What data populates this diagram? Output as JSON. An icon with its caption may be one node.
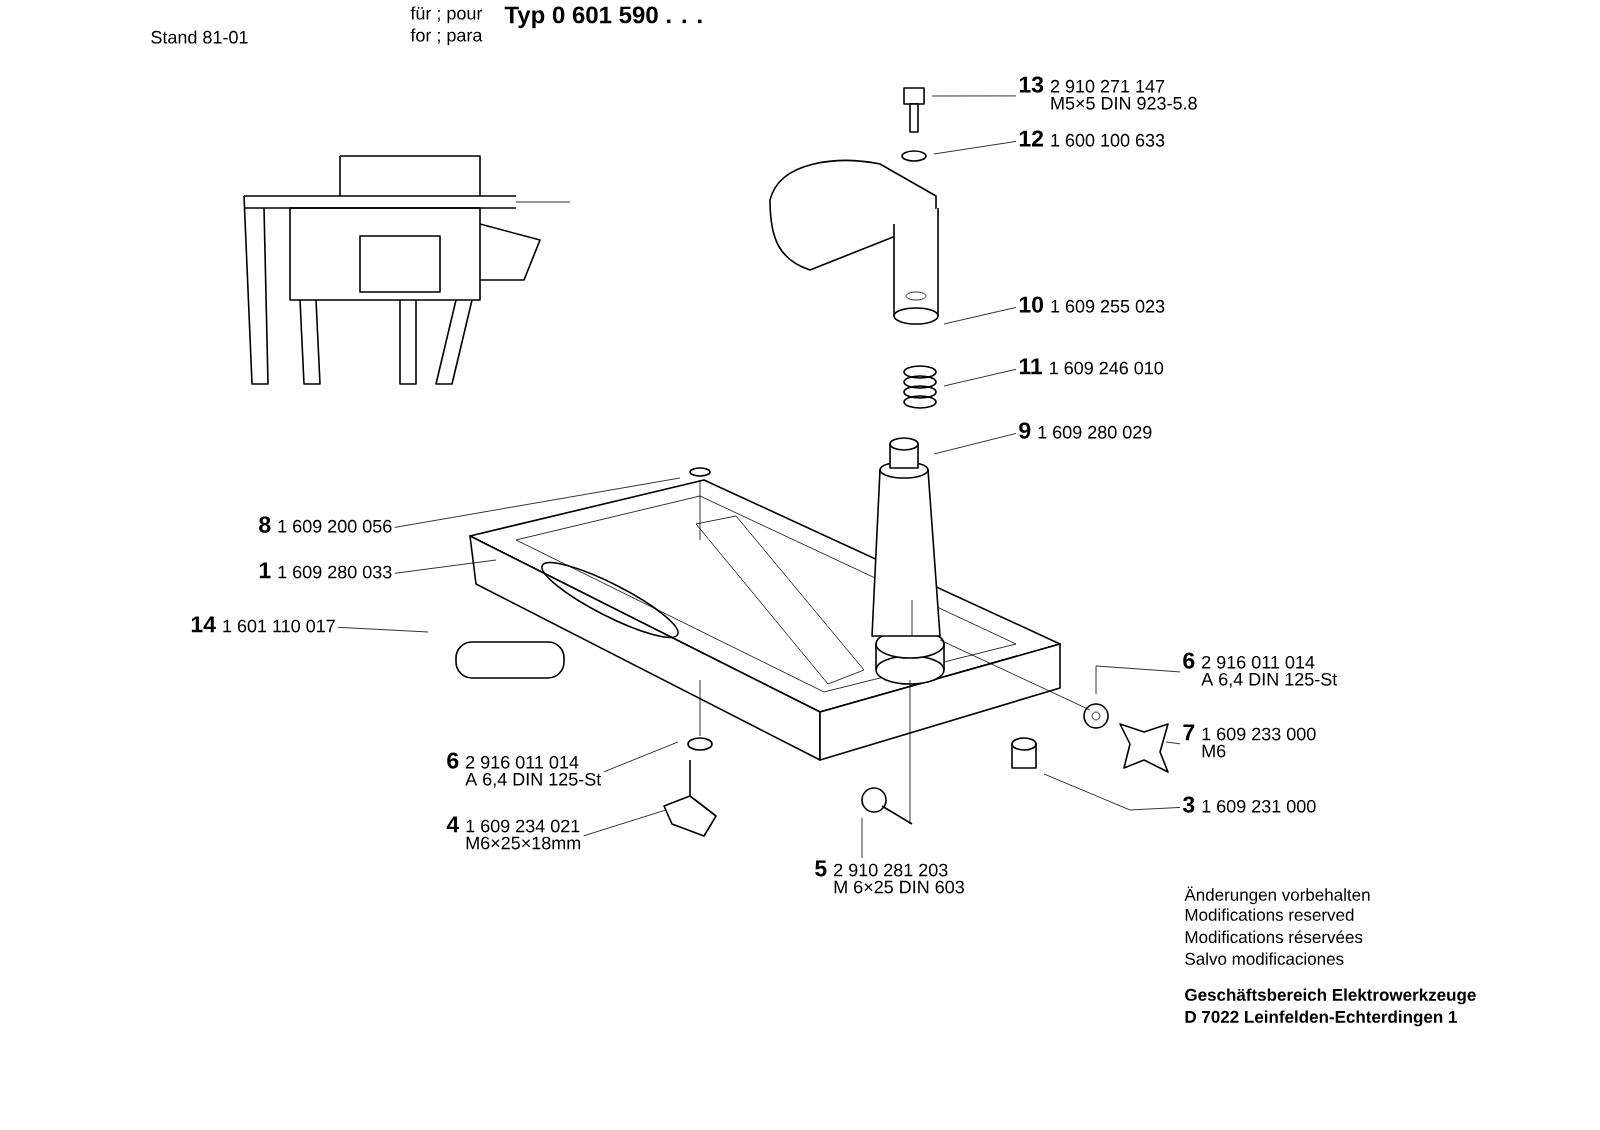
{
  "diagram": {
    "nodes": [
      {
        "text": [
          "13",
          "2 910 271 147",
          "M5×5 DIN 923-5.8"
        ]
      },
      {
        "text": [
          "12",
          "1 600 100 633"
        ]
      },
      {
        "text": [
          "10",
          "1 609 255 023"
        ]
      },
      {
        "text": [
          "11",
          "1 609 246 010"
        ]
      },
      {
        "text": [
          "9",
          "1 609 280 029"
        ]
      },
      {
        "text": [
          "8",
          "1 609 200 056"
        ]
      },
      {
        "text": [
          "1",
          "1 609 280 033"
        ]
      },
      {
        "text": [
          "14",
          "1 601 110 017"
        ]
      },
      {
        "text": [
          "6",
          "2 916 011 014",
          "A 6,4 DIN 125-St"
        ]
      },
      {
        "text": [
          "7",
          "1 609 233 000",
          "M6"
        ]
      },
      {
        "text": [
          "6",
          "2 916 011 014",
          "A 6,4 DIN 125-St"
        ]
      },
      {
        "text": [
          "3",
          "1 609 231 000"
        ]
      },
      {
        "text": [
          "4",
          "1 609 234 021",
          "M6×25×18mm"
        ]
      },
      {
        "text": [
          "5",
          "2 910 281 203",
          "M 6×25 DIN 603"
        ]
      }
    ],
    "edges": [
      {
        "from": 0,
        "to": null,
        "arrow": "none"
      },
      {
        "from": 1,
        "to": null,
        "arrow": "none"
      },
      {
        "from": 2,
        "to": null,
        "arrow": "none"
      },
      {
        "from": 3,
        "to": null,
        "arrow": "none"
      },
      {
        "from": 4,
        "to": null,
        "arrow": "none"
      },
      {
        "from": 5,
        "to": null,
        "arrow": "none"
      },
      {
        "from": 6,
        "to": null,
        "arrow": "none"
      },
      {
        "from": 7,
        "to": null,
        "arrow": "none"
      },
      {
        "from": 8,
        "to": null,
        "arrow": "none"
      },
      {
        "from": 9,
        "to": null,
        "arrow": "none"
      },
      {
        "from": 10,
        "to": null,
        "arrow": "none"
      },
      {
        "from": 11,
        "to": null,
        "arrow": "none"
      },
      {
        "from": 12,
        "to": null,
        "arrow": "none"
      },
      {
        "from": 13,
        "to": null,
        "arrow": "none"
      }
    ],
    "labels": [
      "Stand 81-01",
      "für ; pour",
      "for ; para",
      "Typ 0 601 590 . . .",
      "Änderungen vorbehalten",
      "Modifications reserved",
      "Modifications réservées",
      "Salvo modificaciones",
      "Geschäftsbereich Elektrowerkzeuge",
      "D 7022 Leinfelden-Echterdingen 1"
    ]
  }
}
